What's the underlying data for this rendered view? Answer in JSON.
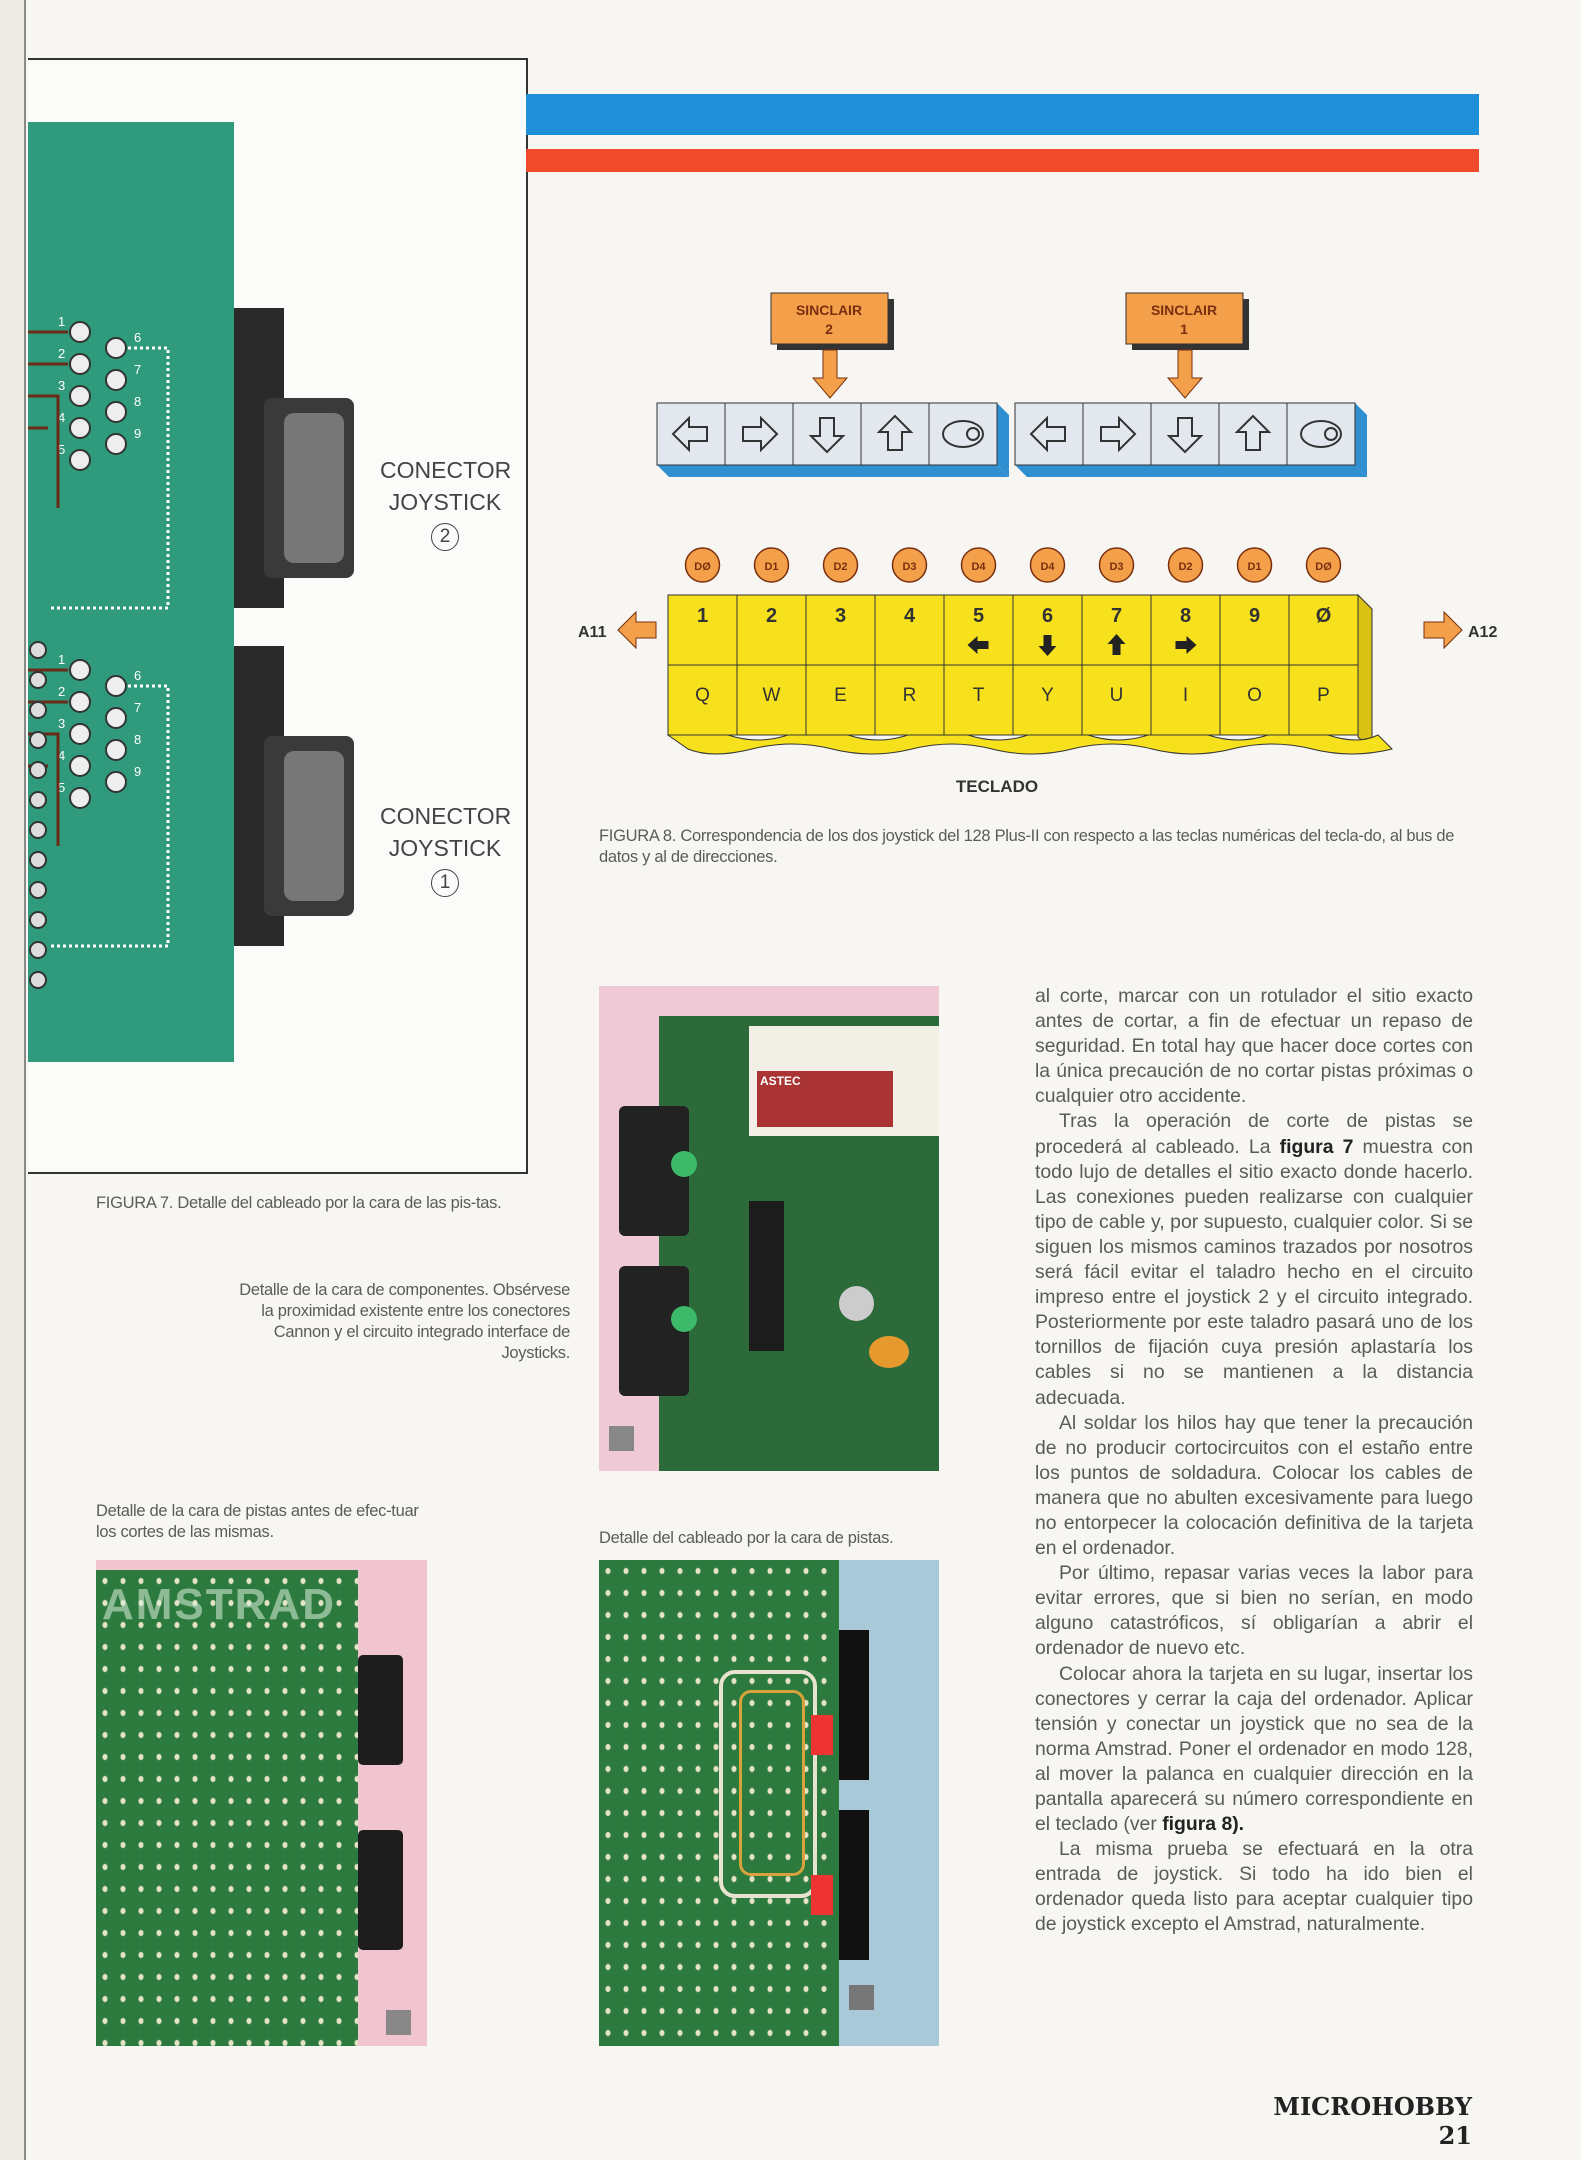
{
  "figure7": {
    "connector_label_line1": "CONECTOR",
    "connector_label_line2": "JOYSTICK",
    "connector_top_number": "2",
    "connector_bottom_number": "1",
    "pin_numbers": [
      "1",
      "2",
      "3",
      "4",
      "5",
      "6",
      "7",
      "8",
      "9"
    ],
    "caption": "FIGURA 7. Detalle del cableado por la cara de las pis-tas."
  },
  "colors": {
    "stripe_blue": "#1f8fd8",
    "stripe_red": "#ef4a2a",
    "pcb_green": "#2f9a7c",
    "key_yellow": "#f6e11c",
    "sinclair_orange": "#f4a04a",
    "joystick_key_grey": "#e3e8ef"
  },
  "figure8": {
    "sinclair_labels": [
      {
        "line1": "SINCLAIR",
        "line2": "2"
      },
      {
        "line1": "SINCLAIR",
        "line2": "1"
      }
    ],
    "joystick_keys": [
      "arrow-left-icon",
      "arrow-right-icon",
      "arrow-down-icon",
      "arrow-up-icon",
      "fire-button-icon"
    ],
    "data_bus": [
      "DØ",
      "D1",
      "D2",
      "D3",
      "D4",
      "D4",
      "D3",
      "D2",
      "D1",
      "DØ"
    ],
    "top_row": [
      "1",
      "2",
      "3",
      "4",
      "5",
      "6",
      "7",
      "8",
      "9",
      "Ø"
    ],
    "top_row_arrows": [
      "",
      "",
      "",
      "",
      "arrow-left-icon",
      "arrow-down-icon",
      "arrow-up-icon",
      "arrow-right-icon",
      "",
      ""
    ],
    "bottom_row": [
      "Q",
      "W",
      "E",
      "R",
      "T",
      "Y",
      "U",
      "I",
      "O",
      "P"
    ],
    "address_left": "A11",
    "address_right": "A12",
    "keyboard_label": "TECLADO",
    "caption": "FIGURA 8. Correspondencia de los dos joystick del 128 Plus-II con respecto a las teclas numéricas del tecla-do, al bus de datos y al de direcciones."
  },
  "photos": {
    "components_caption": "Detalle de la cara de componentes. Obsérvese la proximidad existente entre los conectores Cannon y el circuito integrado interface de Joysticks.",
    "tracks_before_caption": "Detalle de la cara de pistas antes de efec-tuar los cortes de las mismas.",
    "wiring_caption": "Detalle del cableado por la cara de pistas.",
    "pcb_text": "AMSTRAD",
    "chip_text": "ASTEC"
  },
  "article": {
    "p1": "al corte, marcar con un rotulador el sitio exacto antes de cortar, a fin de efectuar un repaso de seguridad. En total hay que hacer doce cortes con la única precaución de no cortar pistas próximas o cualquier otro accidente.",
    "p2_before": "Tras la operación de corte de pistas se procederá al cableado. La ",
    "p2_bold": "figura 7",
    "p2_after": " muestra con todo lujo de detalles el sitio exacto donde hacerlo. Las conexiones pueden realizarse con cualquier tipo de cable y, por supuesto, cualquier color. Si se siguen los mismos caminos trazados por nosotros será fácil evitar el taladro hecho en el circuito impreso entre el joystick 2 y el circuito integrado. Posteriormente por este taladro pasará uno de los tornillos de fijación cuya presión aplastaría los cables si no se mantienen a la distancia adecuada.",
    "p3": "Al soldar los hilos hay que tener la precaución de no producir cortocircuitos con el estaño entre los puntos de soldadura. Colocar los cables de manera que no abulten excesivamente para luego no entorpecer la colocación definitiva de la tarjeta en el ordenador.",
    "p4": "Por último, repasar varias veces la labor para evitar errores, que si bien no serían, en modo alguno catastróficos, sí obligarían a abrir el ordenador de nuevo etc.",
    "p5_before": "Colocar ahora la tarjeta en su lugar, insertar los conectores y cerrar la caja del ordenador. Aplicar tensión y conectar un joystick que no sea de la norma Amstrad. Poner el ordenador en modo 128, al mover la palanca en cualquier dirección en la pantalla aparecerá su número correspondiente en el teclado (ver ",
    "p5_bold": "figura 8).",
    "p6": "La misma prueba se efectuará en la otra entrada de joystick. Si todo ha ido bien el ordenador queda listo para aceptar cualquier tipo de joystick excepto el Amstrad, naturalmente."
  },
  "footer": {
    "magazine": "MICROHOBBY",
    "page_number": "21"
  }
}
